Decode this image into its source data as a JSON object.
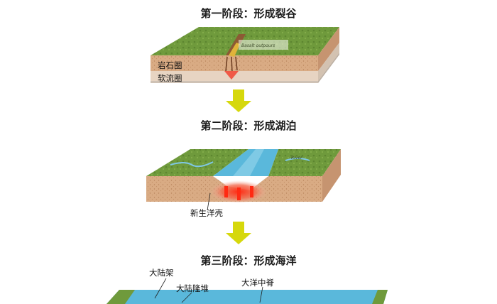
{
  "stage1": {
    "title": "第一阶段：形成裂谷",
    "layer_top": "岩石圈",
    "layer_bottom": "软流圈",
    "inset_label": "Basalt outpours"
  },
  "stage2": {
    "title": "第二阶段：形成湖泊",
    "callout": "新生洋壳",
    "inset_label": "River"
  },
  "stage3": {
    "title": "第三阶段：形成海洋",
    "callout_shelf": "大陆架",
    "callout_rise": "大陆隆堆",
    "callout_ridge": "大洋中脊"
  },
  "colors": {
    "arrow": "#d6d80c",
    "grass": "#6f9a3c",
    "crust": "#d9ab84",
    "mantle": "#e7d4c2",
    "water": "#5ab8db",
    "magma": "#e8321e"
  }
}
